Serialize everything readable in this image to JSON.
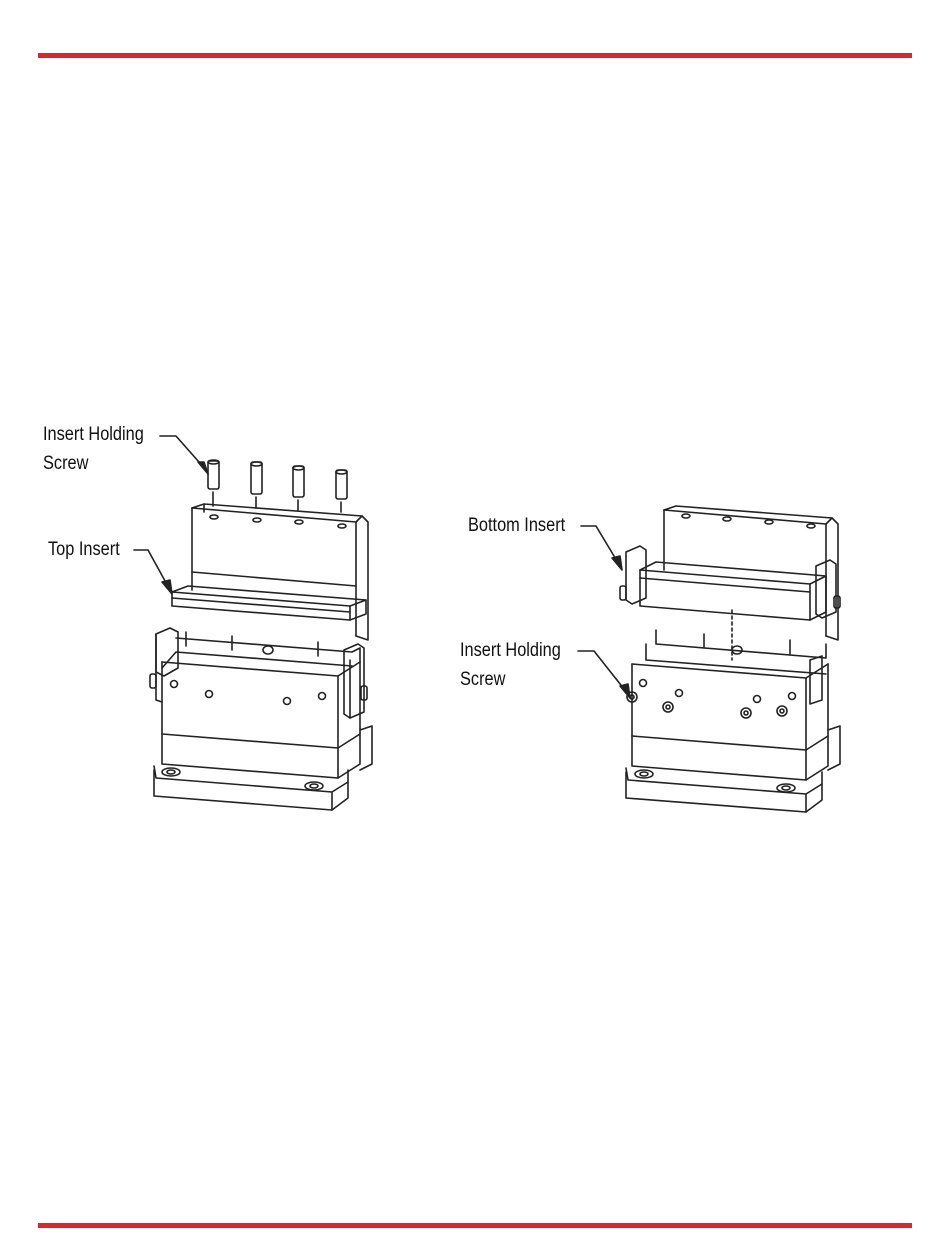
{
  "page": {
    "rule_color": "#e2232a"
  },
  "figure_left": {
    "callouts": {
      "insert_holding_screw_line1": "Insert Holding",
      "insert_holding_screw_line2": "Screw",
      "top_insert": "Top Insert"
    }
  },
  "figure_right": {
    "callouts": {
      "bottom_insert": "Bottom Insert",
      "insert_holding_screw_line1": "Insert Holding",
      "insert_holding_screw_line2": "Screw"
    }
  }
}
